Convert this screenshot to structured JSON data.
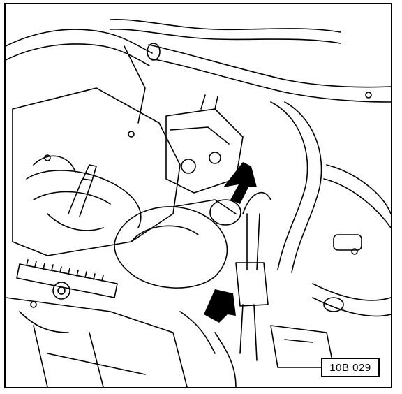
{
  "figure": {
    "reference_code": "10B 029",
    "callouts": [
      "arrow-upper",
      "arrow-lower"
    ],
    "colors": {
      "ink": "#000000",
      "paper": "#ffffff"
    }
  }
}
